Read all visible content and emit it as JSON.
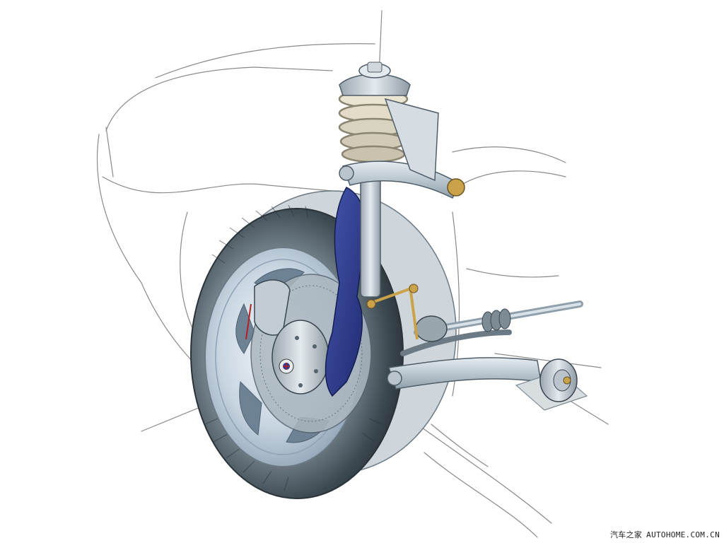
{
  "illustration": {
    "subject": "front suspension cutaway",
    "watermark": {
      "brand": "汽车之家",
      "domain": "AUTOHOME.COM.CN"
    }
  },
  "colors": {
    "background": "#ffffff",
    "sketch_line": "#8a8a8a",
    "tire_dark": "#3d4a52",
    "tire_mid": "#6b7a84",
    "rim": "#c9d6e2",
    "rim_shadow": "#8fa3b5",
    "upright_blue": "#2b3a8f",
    "metal": "#b9c4cc",
    "spring": "#d8d2c0",
    "brass": "#c9a24a"
  }
}
